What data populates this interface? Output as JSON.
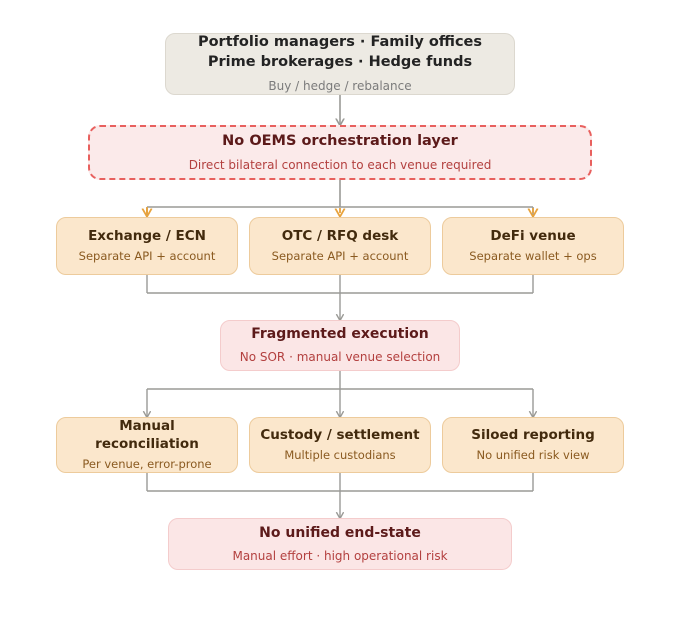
{
  "diagram": {
    "type": "flowchart",
    "orientation": "top-down",
    "background": "#ffffff",
    "palette": {
      "actor_fill": "#edeae3",
      "actor_border": "#dcd8cf",
      "gap_fill": "#fbeaea",
      "gap_border": "#e8605e",
      "venue_fill": "#fbe7cc",
      "venue_border": "#edcb9c",
      "outcome_fill": "#fbe6e6",
      "outcome_border": "#f4cccc",
      "edge_gray": "#9a9a96",
      "edge_orange": "#e8a33d"
    },
    "nodes": {
      "actor": {
        "title_line1": "Portfolio managers · Family offices",
        "title_line2": "Prime brokerages · Hedge funds",
        "sub": "Buy / hedge / rebalance"
      },
      "gap": {
        "title": "No OEMS orchestration layer",
        "sub": "Direct bilateral connection to each venue required"
      },
      "venues": [
        {
          "title": "Exchange / ECN",
          "sub": "Separate API + account"
        },
        {
          "title": "OTC / RFQ desk",
          "sub": "Separate API + account"
        },
        {
          "title": "DeFi venue",
          "sub": "Separate wallet + ops"
        }
      ],
      "execution": {
        "title": "Fragmented execution",
        "sub": "No SOR · manual venue selection"
      },
      "ops": [
        {
          "title": "Manual reconciliation",
          "sub": "Per venue, error-prone"
        },
        {
          "title": "Custody / settlement",
          "sub": "Multiple custodians"
        },
        {
          "title": "Siloed reporting",
          "sub": "No unified risk view"
        }
      ],
      "outcome": {
        "title": "No unified end-state",
        "sub": "Manual effort · high operational risk"
      }
    }
  }
}
